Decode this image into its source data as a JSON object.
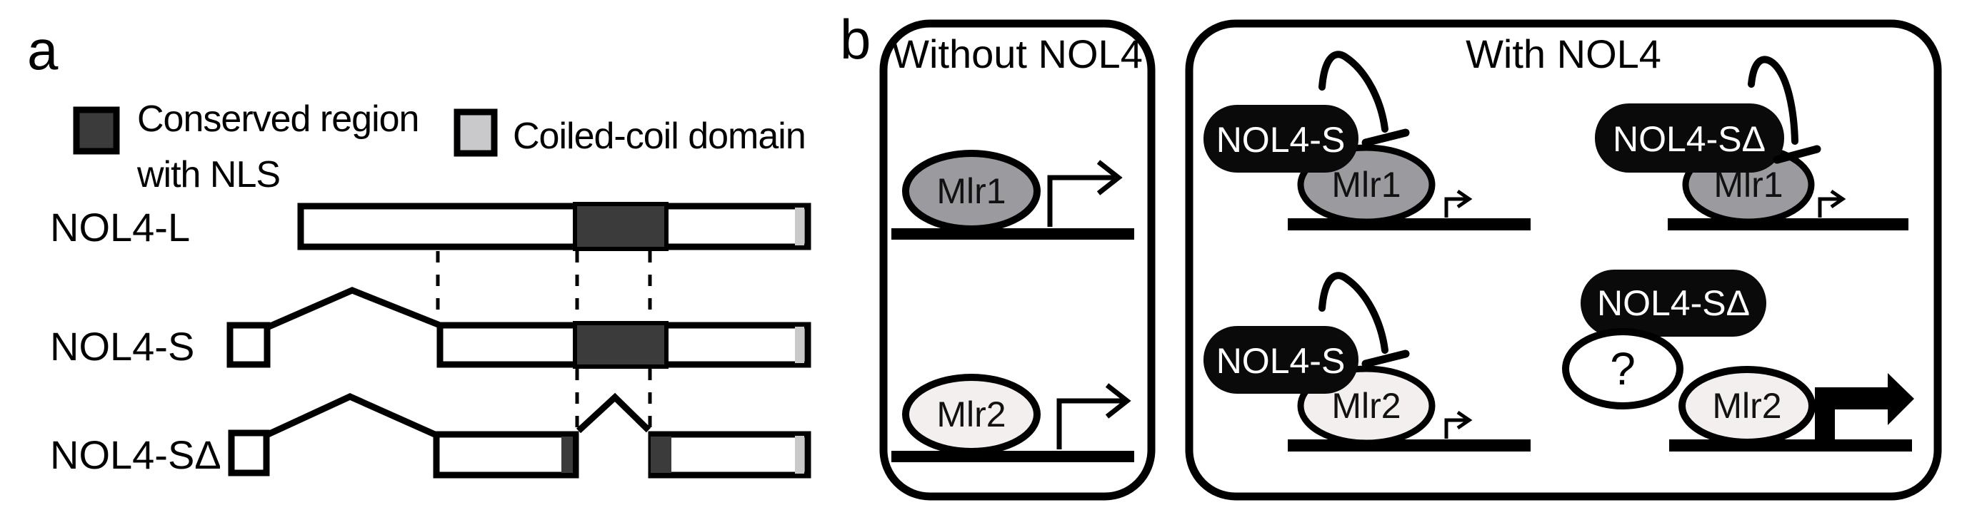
{
  "panel_a": {
    "panel_label": "a",
    "legend": {
      "conserved": {
        "label_line1": "Conserved region",
        "label_line2": "with NLS",
        "color": "#3b3b3b"
      },
      "coiled_coil": {
        "label": "Coiled-coil domain",
        "color": "#c9c9cb"
      }
    },
    "isoforms": [
      {
        "label": "NOL4-L"
      },
      {
        "label": "NOL4-S"
      },
      {
        "label": "NOL4-SΔ"
      }
    ]
  },
  "panel_b": {
    "panel_label": "b",
    "without_box": {
      "title": "Without NOL4",
      "scenes": [
        {
          "factor": "Mlr1",
          "transcription_arrow": "medium"
        },
        {
          "factor": "Mlr2",
          "transcription_arrow": "medium"
        }
      ]
    },
    "with_box": {
      "title": "With NOL4",
      "scenes": [
        {
          "protein": "NOL4-S",
          "factor": "Mlr1",
          "transcription_arrow": "small"
        },
        {
          "protein": "NOL4-SΔ",
          "factor": "Mlr1",
          "transcription_arrow": "small"
        },
        {
          "protein": "NOL4-S",
          "factor": "Mlr2",
          "transcription_arrow": "small"
        },
        {
          "protein": "NOL4-SΔ",
          "factor": "Mlr2",
          "unknown_label": "?",
          "transcription_arrow": "large"
        }
      ]
    }
  },
  "colors": {
    "conserved_region": "#3b3b3b",
    "coiled_coil": "#c9c9cb",
    "mlr1_fill": "#9b9b9f",
    "mlr2_fill": "#f3efef",
    "unknown_fill": "#ffffff",
    "nol4_capsule": "#0a0a0a",
    "line": "#000000"
  }
}
